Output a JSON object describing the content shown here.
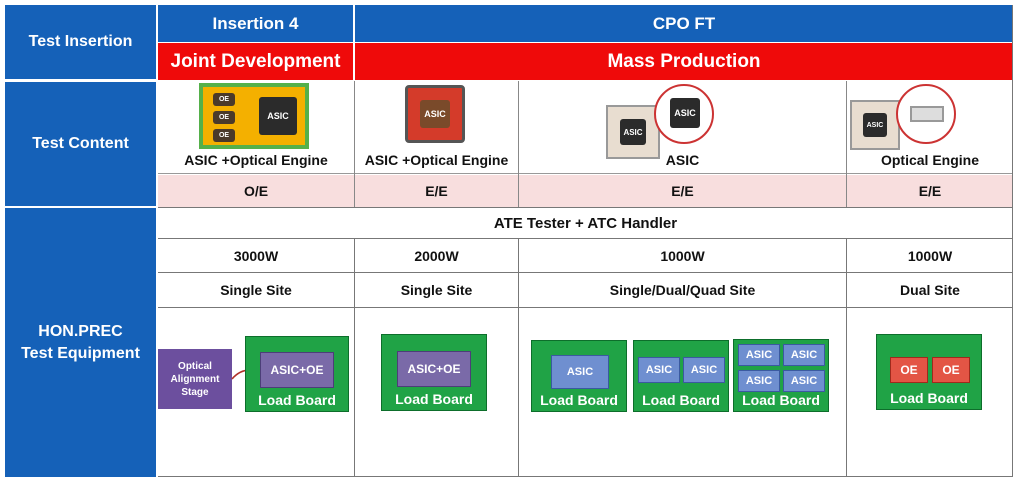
{
  "side_labels": {
    "test_insertion": "Test Insertion",
    "test_content": "Test Content",
    "equipment_line1": "HON.PREC",
    "equipment_line2": "Test Equipment"
  },
  "header": {
    "col1": "Insertion 4",
    "col2": "CPO FT"
  },
  "phase": {
    "col1": "Joint Development",
    "col2": "Mass Production"
  },
  "content": {
    "labels": [
      "ASIC +Optical Engine",
      "ASIC +Optical Engine",
      "ASIC",
      "Optical Engine"
    ],
    "test_types": [
      "O/E",
      "E/E",
      "E/E",
      "E/E"
    ],
    "chip_texts": {
      "oe": "OE",
      "asic": "ASIC"
    }
  },
  "equipment": {
    "tester": "ATE Tester + ATC Handler",
    "power": [
      "3000W",
      "2000W",
      "1000W",
      "1000W"
    ],
    "sites": [
      "Single Site",
      "Single Site",
      "Single/Dual/Quad Site",
      "Dual Site"
    ],
    "load_board": "Load Board",
    "asic_oe": "ASIC+OE",
    "asic": "ASIC",
    "oe": "OE",
    "stage_line1": "Optical",
    "stage_line2": "Alignment",
    "stage_line3": "Stage"
  },
  "colors": {
    "blue": "#1561b8",
    "red": "#ef0a0a",
    "pink": "#f8dede",
    "green": "#20a346",
    "purple": "#7a6aa8",
    "oe_red": "#e35545",
    "asic_blue": "#6f8fd0"
  }
}
